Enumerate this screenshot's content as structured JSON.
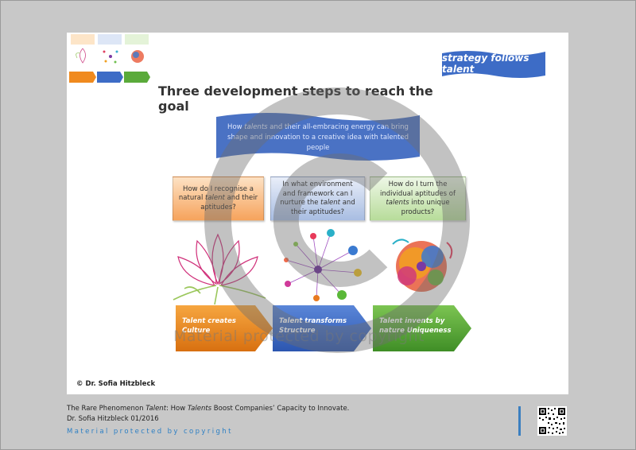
{
  "badge": {
    "text": "strategy follows talent"
  },
  "title": "Three development steps to reach the goal",
  "banner": {
    "before": "How ",
    "emph": "talents",
    "after": " and their all-embracing energy  can bring  shape and innovation to a creative idea with talented people"
  },
  "questions": [
    {
      "pre": "How do I recognise  a natural ",
      "emph": "talent",
      "post": " and their aptitudes?"
    },
    {
      "pre": "In what environment and framework can I nurture the ",
      "emph": "talent",
      "post": " and their aptitudes?"
    },
    {
      "pre": "How do I turn the individual aptitudes of ",
      "emph": "talents",
      "post": " into unique products?"
    }
  ],
  "arrows": [
    {
      "label": "Talent creates Culture"
    },
    {
      "label": "Talent transforms Structure"
    },
    {
      "label": "Talent invents by nature Uniqueness"
    }
  ],
  "slide_copyright": "© Dr. Sofia Hitzbleck",
  "watermark": "Material protected by copyright",
  "footer": {
    "line1_a": "The Rare Phenomenon ",
    "line1_emph1": "Talent",
    "line1_b": ": How ",
    "line1_emph2": "Talents",
    "line1_c": " Boost Companies’ Capacity to Innovate.",
    "line2": "Dr. Sofia Hitzbleck 01/2016",
    "line3": "Material protected by copyright"
  },
  "colors": {
    "banner_blue": "#4a72c4",
    "orange": "#f08a1e",
    "blue": "#3d6cc6",
    "green": "#5aaa3a",
    "footer_accent": "#2c7fc4"
  },
  "icons": [
    "lotus-image",
    "network-image",
    "paper-flower-image",
    "copyright-watermark-icon",
    "qr-code-icon"
  ]
}
